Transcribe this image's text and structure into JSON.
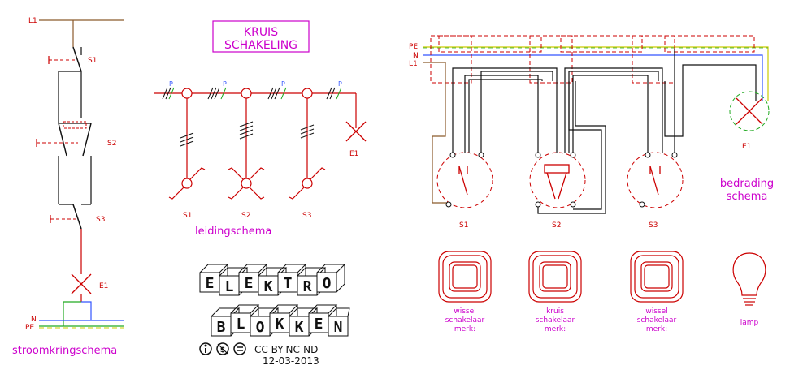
{
  "colors": {
    "wire_red": "#cc0000",
    "wire_dark": "#111111",
    "label_magenta": "#cc00cc",
    "label_red": "#cc0000",
    "brown": "#8b5a2b",
    "green": "#22aa22",
    "yellow": "#cccc00",
    "blue": "#3355ff",
    "teal": "#228888"
  },
  "title": {
    "line1": "KRUIS",
    "line2": "SCHAKELING"
  },
  "stroomkring": {
    "caption": "stroomkringschema",
    "l1": "L1",
    "s1": "S1",
    "s2": "S2",
    "s3": "S3",
    "e1": "E1",
    "n": "N",
    "pe": "PE"
  },
  "leiding": {
    "caption": "leidingschema",
    "s1": "S1",
    "s2": "S2",
    "s3": "S3",
    "e1": "E1",
    "p1": "P",
    "p2": "P",
    "p3": "P",
    "p4": "P"
  },
  "bedrading": {
    "caption_line1": "bedrading",
    "caption_line2": "schema",
    "pe": "PE",
    "n": "N",
    "l1": "L1",
    "s1": "S1",
    "s2": "S2",
    "s3": "S3",
    "e1": "E1"
  },
  "symbols": [
    {
      "line1": "wissel",
      "line2": "schakelaar",
      "line3": "merk:"
    },
    {
      "line1": "kruis",
      "line2": "schakelaar",
      "line3": "merk:"
    },
    {
      "line1": "wissel",
      "line2": "schakelaar",
      "line3": "merk:"
    },
    {
      "line1": "lamp",
      "line2": "",
      "line3": ""
    }
  ],
  "logo": {
    "row1": [
      "E",
      "L",
      "E",
      "K",
      "T",
      "R",
      "O"
    ],
    "row2": [
      "B",
      "L",
      "O",
      "K",
      "K",
      "E",
      "N"
    ],
    "license": "CC-BY-NC-ND",
    "date": "12-03-2013"
  }
}
